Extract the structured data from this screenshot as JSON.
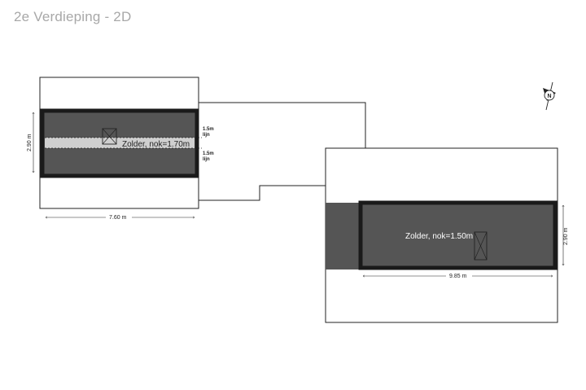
{
  "header": {
    "title": "2e Verdieping - 2D"
  },
  "rooms": [
    {
      "label": "Zolder, nok=1.70m"
    },
    {
      "label": "Zolder, nok=1.50m"
    }
  ],
  "dimensions": {
    "left_height": "2.90 m",
    "left_width": "7.60 m",
    "right_height": "2.90 m",
    "right_width": "9.85 m"
  },
  "height_lines": {
    "top_value": "1.5m",
    "top_unit": "lijn",
    "bottom_value": "1.5m",
    "bottom_unit": "lijn"
  },
  "compass": {
    "letter": "N",
    "icon": "compass-icon"
  },
  "colors": {
    "wall": "#1a1a1a",
    "room_fill": "#555555",
    "stair_fill": "#555555",
    "band": "#cfcfcf"
  }
}
